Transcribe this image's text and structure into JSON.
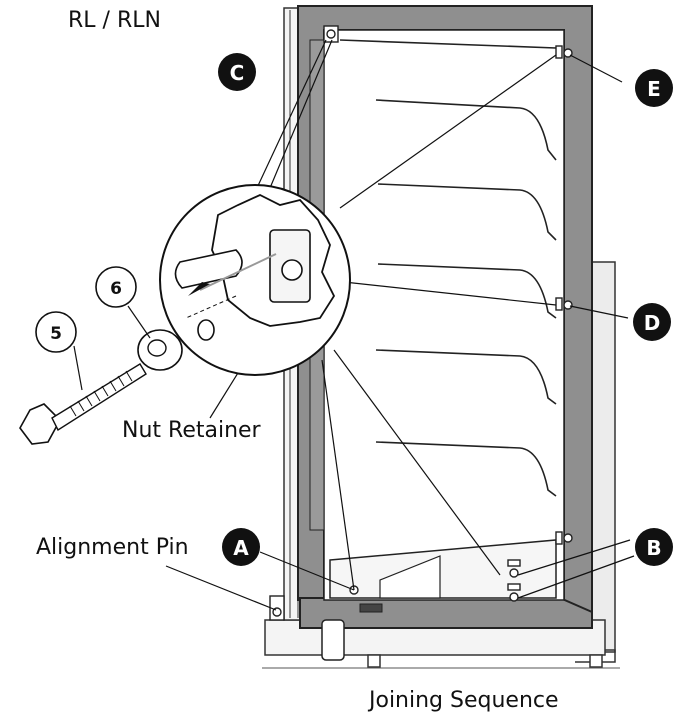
{
  "diagram": {
    "model_label": "RL / RLN",
    "caption": "Joining Sequence",
    "labels": {
      "nut_retainer": "Nut Retainer",
      "alignment_pin": "Alignment Pin"
    },
    "callouts": [
      "A",
      "B",
      "C",
      "D",
      "E"
    ],
    "part_numbers": [
      "5",
      "6"
    ],
    "colors": {
      "frame_gray": "#8f8f8f",
      "line": "#111111",
      "callout_fill": "#111111",
      "callout_text": "#ffffff",
      "pale_panel": "#e8e8e8"
    }
  }
}
